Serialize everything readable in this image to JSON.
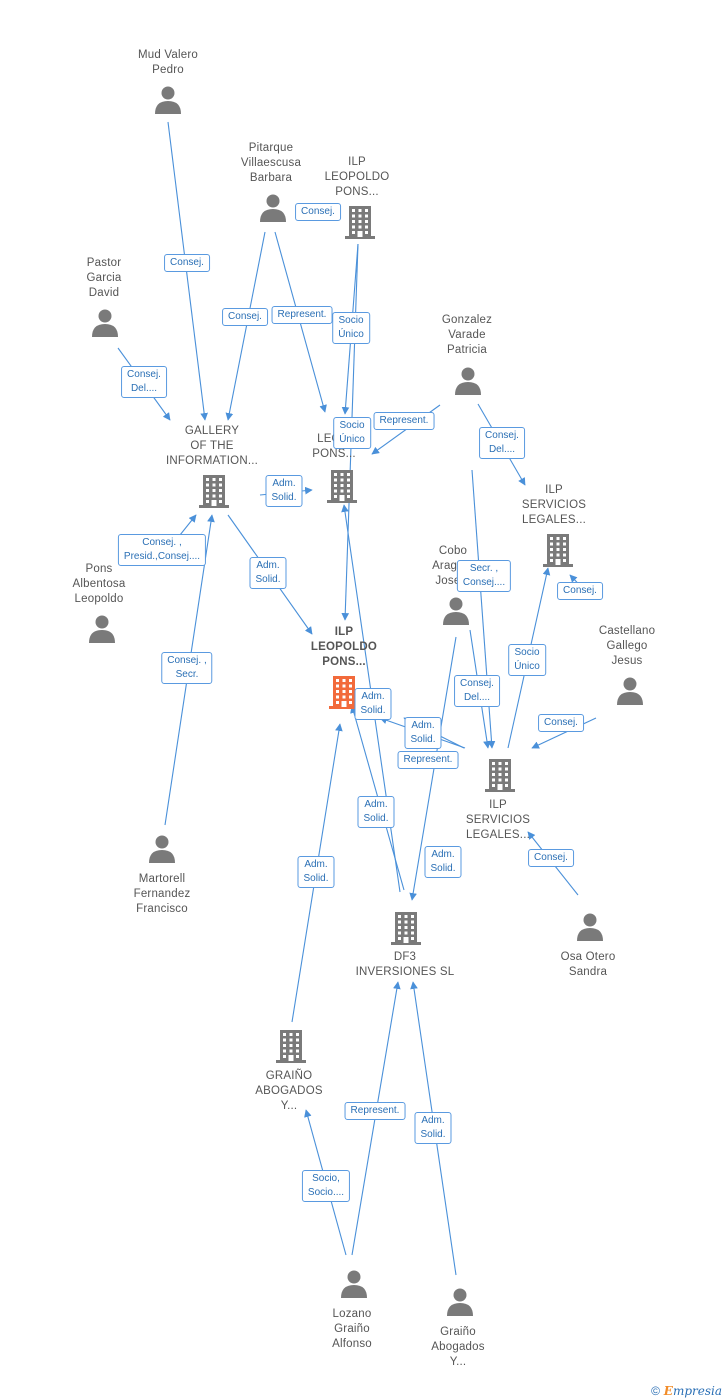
{
  "colors": {
    "edge": "#4a90d9",
    "person": "#7a7a7a",
    "company": "#7a7a7a",
    "main": "#f26a3b"
  },
  "nodes": [
    {
      "id": "mud_valero",
      "kind": "person",
      "label": [
        "Mud Valero",
        "Pedro"
      ]
    },
    {
      "id": "pitarque",
      "kind": "person",
      "label": [
        "Pitarque",
        "Villaescusa",
        "Barbara"
      ]
    },
    {
      "id": "ilp_pons_top",
      "kind": "company",
      "label": [
        "ILP",
        "LEOPOLDO",
        "PONS..."
      ]
    },
    {
      "id": "pastor",
      "kind": "person",
      "label": [
        "Pastor",
        "Garcia",
        "David"
      ]
    },
    {
      "id": "gonzalez",
      "kind": "person",
      "label": [
        "Gonzalez",
        "Varade",
        "Patricia"
      ]
    },
    {
      "id": "gallery",
      "kind": "company",
      "label": [
        "GALLERY",
        "OF THE",
        "INFORMATION..."
      ]
    },
    {
      "id": "leo_pons_mid",
      "kind": "company",
      "label": [
        "LEO...",
        "PONS..."
      ]
    },
    {
      "id": "ilp_serv_top",
      "kind": "company",
      "label": [
        "ILP",
        "SERVICIOS",
        "LEGALES..."
      ]
    },
    {
      "id": "pons_albentosa",
      "kind": "person",
      "label": [
        "Pons",
        "Albentosa",
        "Leopoldo"
      ]
    },
    {
      "id": "cobo",
      "kind": "person",
      "label": [
        "Cobo",
        "Arago...",
        "Jose..."
      ]
    },
    {
      "id": "ilp_main",
      "kind": "main",
      "label": [
        "ILP",
        "LEOPOLDO",
        "PONS..."
      ]
    },
    {
      "id": "castellano",
      "kind": "person",
      "label": [
        "Castellano",
        "Gallego",
        "Jesus"
      ]
    },
    {
      "id": "ilp_serv_mid",
      "kind": "company",
      "label": [
        "ILP",
        "SERVICIOS",
        "LEGALES..."
      ]
    },
    {
      "id": "martorell",
      "kind": "person",
      "label": [
        "Martorell",
        "Fernandez",
        "Francisco"
      ]
    },
    {
      "id": "df3",
      "kind": "company",
      "label": [
        "DF3",
        "INVERSIONES SL"
      ]
    },
    {
      "id": "osa",
      "kind": "person",
      "label": [
        "Osa Otero",
        "Sandra"
      ]
    },
    {
      "id": "graino_abog",
      "kind": "company",
      "label": [
        "GRAIÑO",
        "ABOGADOS",
        "Y..."
      ]
    },
    {
      "id": "lozano",
      "kind": "person",
      "label": [
        "Lozano",
        "Graiño",
        "Alfonso"
      ]
    },
    {
      "id": "graino_abog_person",
      "kind": "person",
      "label": [
        "Graiño",
        "Abogados",
        "Y..."
      ]
    }
  ],
  "edge_labels": [
    [
      "Consej."
    ],
    [
      "Consej."
    ],
    [
      "Consej."
    ],
    [
      "Represent."
    ],
    [
      "Socio",
      "Único"
    ],
    [
      "Consej.",
      "Del...."
    ],
    [
      "Represent."
    ],
    [
      "Socio",
      "Único"
    ],
    [
      "Consej.",
      "Del...."
    ],
    [
      "Adm.",
      "Solid."
    ],
    [
      "Consej. ,",
      "Presid.,Consej...."
    ],
    [
      "Adm.",
      "Solid."
    ],
    [
      "Secr. ,",
      "Consej...."
    ],
    [
      "Consej."
    ],
    [
      "Consej. ,",
      "Secr."
    ],
    [
      "Socio",
      "Único"
    ],
    [
      "Adm.",
      "Solid."
    ],
    [
      "Consej.",
      "Del...."
    ],
    [
      "Consej."
    ],
    [
      "Adm.",
      "Solid."
    ],
    [
      "Represent."
    ],
    [
      "Adm.",
      "Solid."
    ],
    [
      "Adm.",
      "Solid."
    ],
    [
      "Consej."
    ],
    [
      "Adm.",
      "Solid."
    ],
    [
      "Represent."
    ],
    [
      "Adm.",
      "Solid."
    ],
    [
      "Socio,",
      "Socio...."
    ]
  ],
  "footer": {
    "copyright": "©",
    "brand": "mpresia",
    "brand_initial": "E"
  }
}
